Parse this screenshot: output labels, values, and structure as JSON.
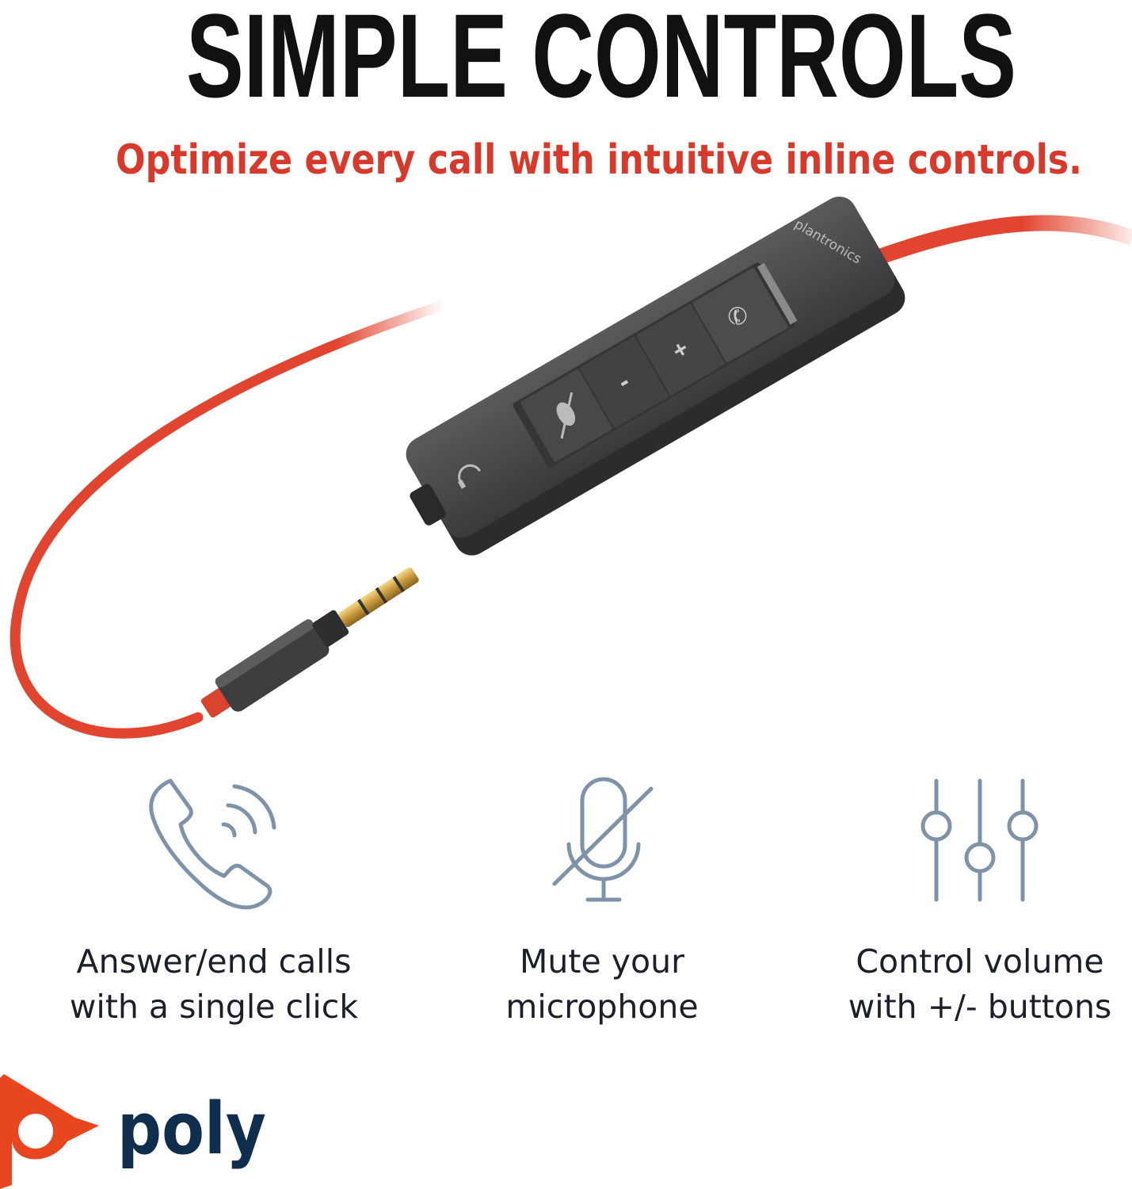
{
  "header": {
    "title": "SIMPLE CONTROLS",
    "subtitle": "Optimize every call with intuitive inline controls."
  },
  "product": {
    "brand_engraving": "plantronics",
    "buttons": [
      "mute",
      "volume-down",
      "volume-up",
      "call"
    ],
    "button_labels": {
      "minus": "-",
      "plus": "+"
    }
  },
  "features": [
    {
      "icon": "phone-ringing-icon",
      "line1": "Answer/end calls",
      "line2": "with a single click"
    },
    {
      "icon": "microphone-muted-icon",
      "line1": "Mute your",
      "line2": "microphone"
    },
    {
      "icon": "sliders-icon",
      "line1": "Control volume",
      "line2": "with +/- buttons"
    }
  ],
  "logo": {
    "text": "poly"
  },
  "colors": {
    "accent": "#d9392a",
    "cable": "#e2452f",
    "icon": "#7f93a8",
    "logo_text": "#0f2d4d",
    "title": "#111111"
  }
}
